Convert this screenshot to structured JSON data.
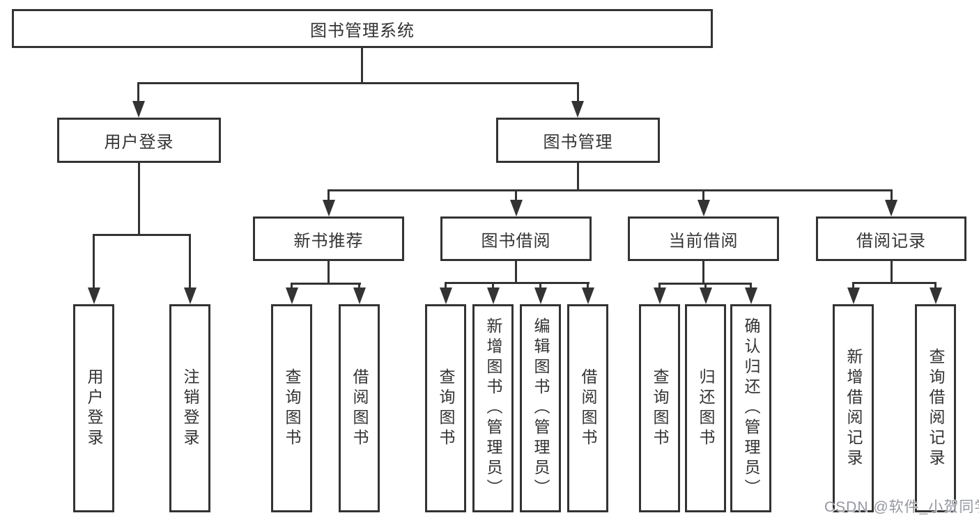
{
  "tree": {
    "root": {
      "label": "图书管理系统"
    },
    "branches": [
      {
        "label": "用户登录",
        "children": [
          {
            "label": "用户登录"
          },
          {
            "label": "注销登录"
          }
        ]
      },
      {
        "label": "图书管理",
        "children": [
          {
            "label": "新书推荐",
            "children": [
              {
                "label": "查询图书"
              },
              {
                "label": "借阅图书"
              }
            ]
          },
          {
            "label": "图书借阅",
            "children": [
              {
                "label": "查询图书"
              },
              {
                "label": "新增图书（管理员）"
              },
              {
                "label": "编辑图书（管理员）"
              },
              {
                "label": "借阅图书"
              }
            ]
          },
          {
            "label": "当前借阅",
            "children": [
              {
                "label": "查询图书"
              },
              {
                "label": "归还图书"
              },
              {
                "label": "确认归还（管理员）"
              }
            ]
          },
          {
            "label": "借阅记录",
            "children": [
              {
                "label": "新增借阅记录"
              },
              {
                "label": "查询借阅记录"
              }
            ]
          }
        ]
      }
    ]
  },
  "watermark": {
    "text": "CSDN @软件_小贺同学"
  },
  "colors": {
    "line": "#333333",
    "text": "#333333",
    "background": "#ffffff",
    "watermark": "#9597a0"
  }
}
